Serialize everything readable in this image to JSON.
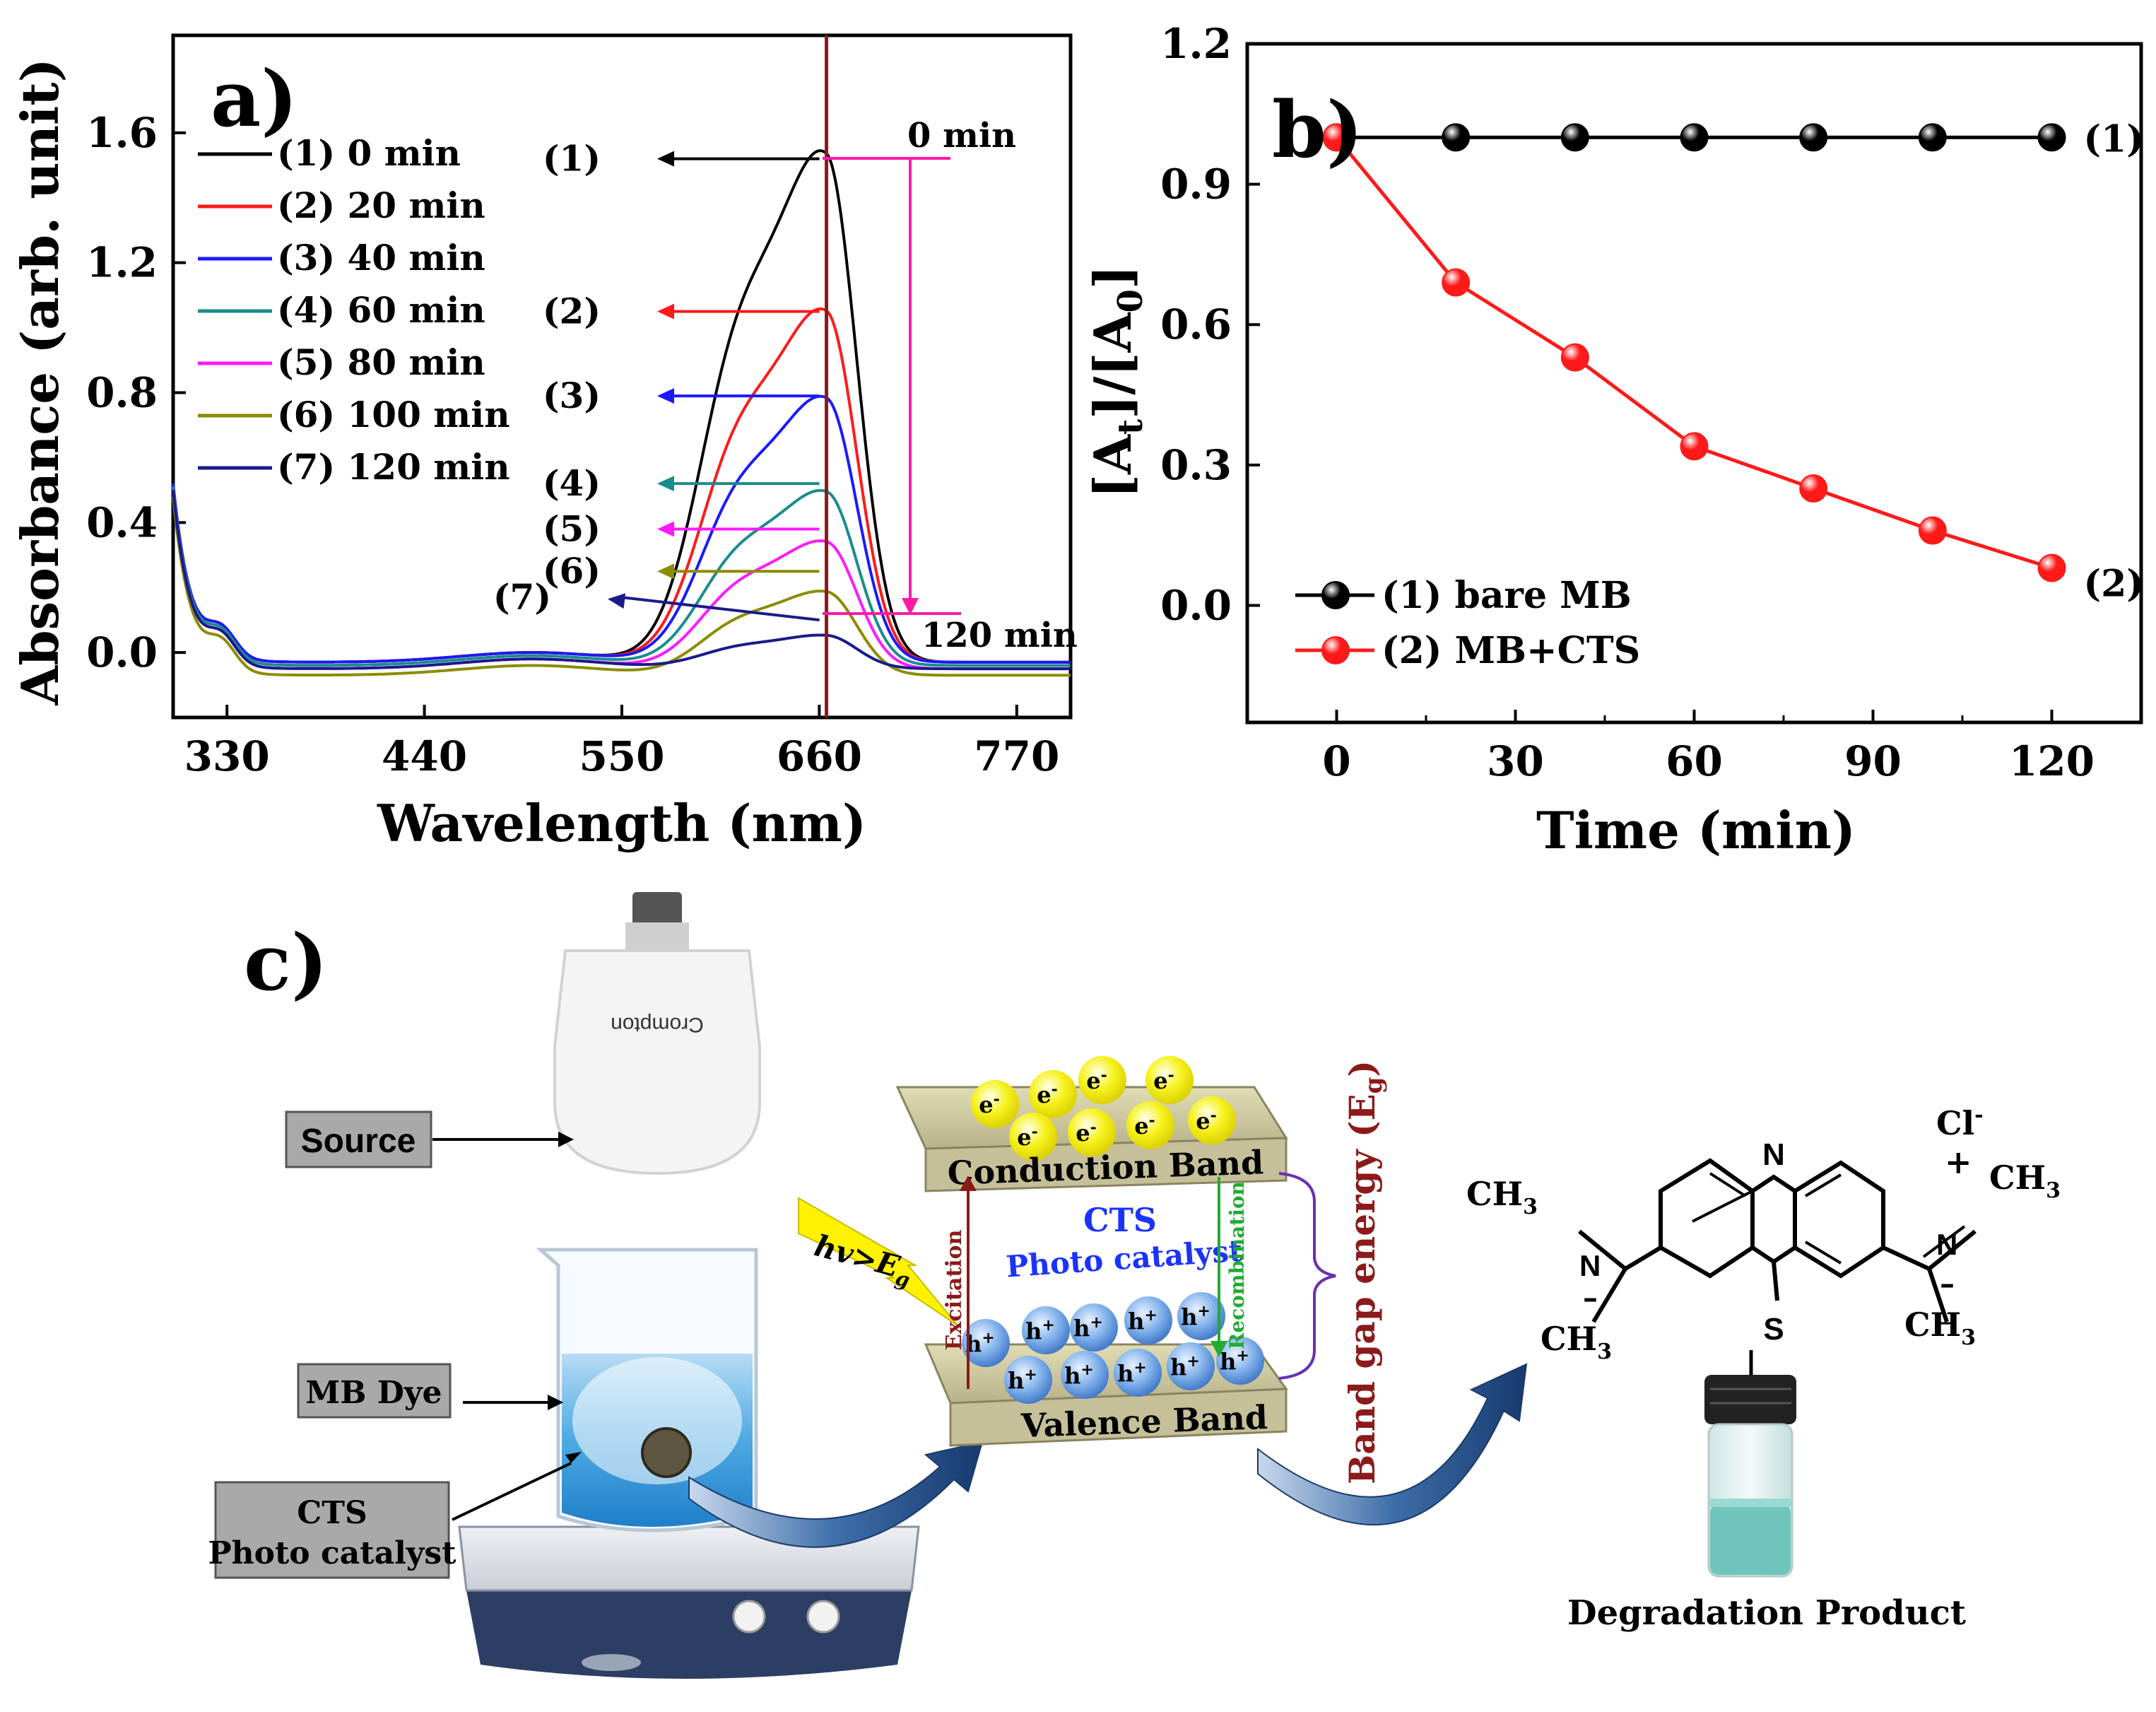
{
  "chart_data": [
    {
      "panel": "a)",
      "type": "line",
      "xlabel": "Wavelength (nm)",
      "ylabel": "Absorbance (arb. unit)",
      "xlim": [
        300,
        800
      ],
      "ylim": [
        -0.2,
        1.9
      ],
      "xticks": [
        330,
        440,
        550,
        660,
        770
      ],
      "yticks": [
        0.0,
        0.4,
        0.8,
        1.2,
        1.6
      ],
      "legend_position": "top-left",
      "peak_wavelength": 664,
      "annotations": {
        "top": "0 min",
        "bottom": "120 min"
      },
      "series": [
        {
          "name": "(1) 0 min",
          "tag": "(1)",
          "color": "#000000",
          "peak": 1.52,
          "tail": -0.03
        },
        {
          "name": "(2) 20 min",
          "tag": "(2)",
          "color": "#ff1a1a",
          "peak": 1.05,
          "tail": -0.03
        },
        {
          "name": "(3) 40 min",
          "tag": "(3)",
          "color": "#1a1aff",
          "peak": 0.79,
          "tail": -0.03
        },
        {
          "name": "(4) 60 min",
          "tag": "(4)",
          "color": "#1a8c8c",
          "peak": 0.52,
          "tail": -0.04
        },
        {
          "name": "(5) 80 min",
          "tag": "(5)",
          "color": "#ff1aff",
          "peak": 0.38,
          "tail": -0.05
        },
        {
          "name": "(6) 100 min",
          "tag": "(6)",
          "color": "#8c8c00",
          "peak": 0.25,
          "tail": -0.07
        },
        {
          "name": "(7) 120 min",
          "tag": "(7)",
          "color": "#1a1a8c",
          "peak": 0.1,
          "tail": -0.05
        }
      ]
    },
    {
      "panel": "b)",
      "type": "line",
      "xlabel": "Time (min)",
      "ylabel": "[At]/[A0]",
      "ylabel_main": "[A",
      "ylabel_sub1": "t",
      "ylabel_mid": "]/[A",
      "ylabel_sub2": "0",
      "ylabel_end": "]",
      "xlim": [
        -15,
        135
      ],
      "ylim": [
        -0.25,
        1.2
      ],
      "xticks": [
        0,
        30,
        60,
        90,
        120
      ],
      "yticks": [
        0.0,
        0.3,
        0.6,
        0.9,
        1.2
      ],
      "legend_position": "bottom-left",
      "x": [
        0,
        20,
        40,
        60,
        80,
        100,
        120
      ],
      "series": [
        {
          "name": "(1) bare MB",
          "tag": "(1)",
          "color": "#000000",
          "values": [
            1.0,
            1.0,
            1.0,
            1.0,
            1.0,
            1.0,
            1.0
          ]
        },
        {
          "name": "(2) MB+CTS",
          "tag": "(2)",
          "color": "#ff1a1a",
          "values": [
            1.0,
            0.69,
            0.53,
            0.34,
            0.25,
            0.16,
            0.08
          ]
        }
      ]
    }
  ],
  "diagram": {
    "panel": "c)",
    "lamp_brand": "Crompton",
    "source_label": "Source",
    "dye_label": "MB Dye",
    "catalyst_label": [
      "CTS",
      "Photo catalyst"
    ],
    "light_label": "hv>E",
    "light_sub": "g",
    "electron": "e",
    "electron_sup": "-",
    "hole": "h",
    "hole_sup": "+",
    "conduction_band": "Conduction Band",
    "valence_band": "Valence Band",
    "cts": "CTS",
    "photo_catalyst": "Photo catalyst",
    "excitation": "Excitation",
    "recombination": "Recombination",
    "band_gap": "Band gap energy (E",
    "band_gap_sub": "g",
    "band_gap_end": ")",
    "atoms": {
      "n_top": "N",
      "s": "S",
      "cl": "Cl",
      "cl_sup": "-",
      "plus": "+",
      "n_left": "N",
      "n_right": "N",
      "dash": "–"
    },
    "ch3": "CH",
    "ch3_sub": "3",
    "product": "Degradation Product"
  }
}
